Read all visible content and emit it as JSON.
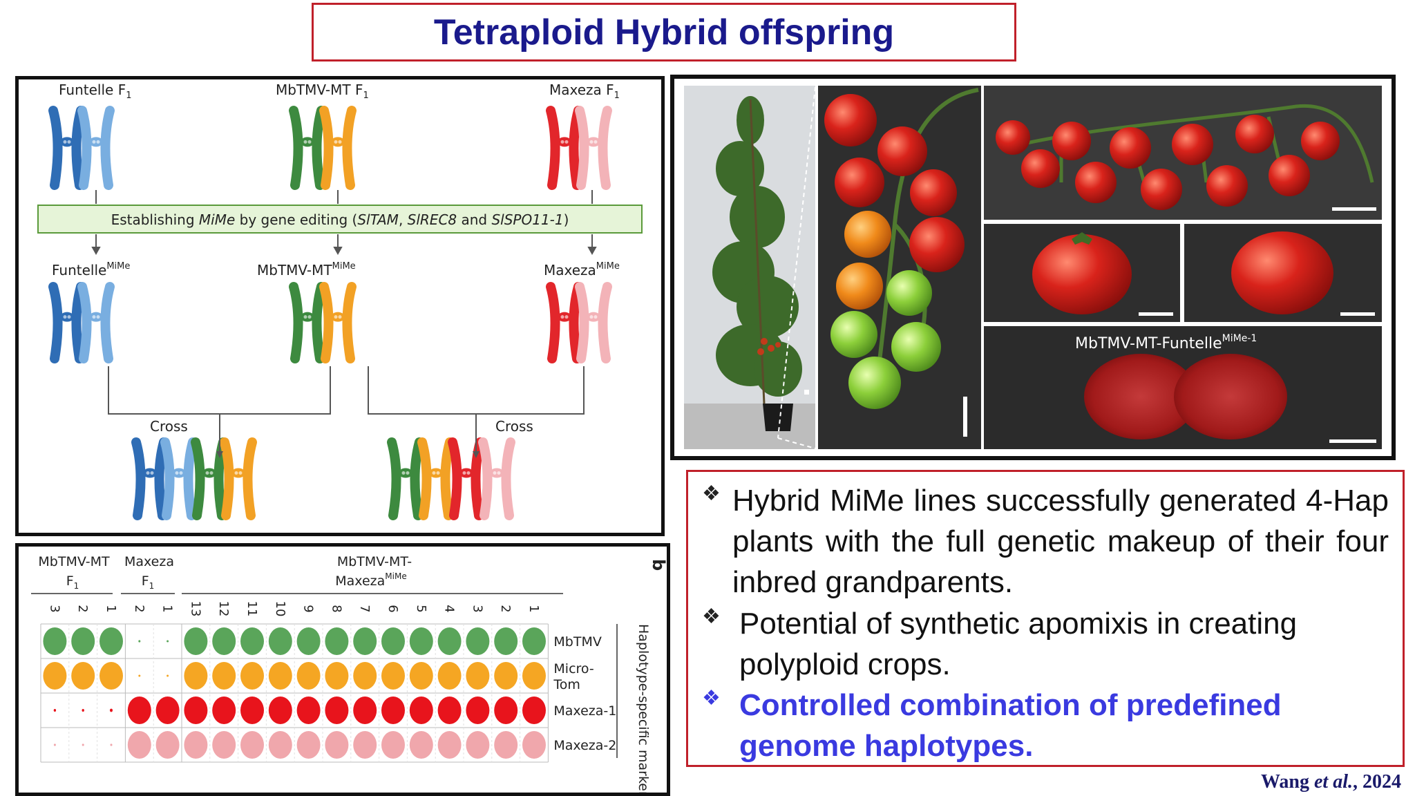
{
  "title": "Tetraploid Hybrid offspring",
  "panel_a": {
    "parents": [
      {
        "name": "Funtelle",
        "gen": "F",
        "sub": "1"
      },
      {
        "name": "MbTMV-MT",
        "gen": " F",
        "sub": "1"
      },
      {
        "name": "Maxeza",
        "gen": " F",
        "sub": "1"
      }
    ],
    "editing_box": {
      "prefix": "Establishing ",
      "mime": "MiMe",
      "middle": " by gene editing (",
      "gene1": "SlTAM",
      "sep1": ", ",
      "gene2": "SlREC8",
      "and": " and ",
      "gene3": "SlSPO11-1",
      "suffix": ")"
    },
    "mime_lines": [
      {
        "name": "Funtelle",
        "sup": "MiMe"
      },
      {
        "name": "MbTMV-MT",
        "sup": "MiMe"
      },
      {
        "name": "Maxeza",
        "sup": "MiMe"
      }
    ],
    "cross_label": "Cross",
    "colors": {
      "blue_dark": "#2f6db5",
      "blue_light": "#79aee0",
      "green": "#3d8a3f",
      "orange": "#f2a125",
      "red": "#e2262b",
      "pink": "#f3b3b8"
    }
  },
  "panel_b": {
    "corner_letter": "b",
    "groups": [
      {
        "line1": "MbTMV-MT",
        "line2": "F",
        "sub": "1"
      },
      {
        "line1": "Maxeza",
        "line2": "F",
        "sub": "1"
      },
      {
        "line1": "MbTMV-MT-",
        "line2": "Maxeza",
        "sup": "MiMe"
      }
    ],
    "column_labels": [
      "3",
      "2",
      "1",
      "2",
      "1",
      "13",
      "12",
      "11",
      "10",
      "9",
      "8",
      "7",
      "6",
      "5",
      "4",
      "3",
      "2",
      "1"
    ],
    "row_labels": [
      "MbTMV",
      "Micro-\nTom",
      "Maxeza-1",
      "Maxeza-2"
    ],
    "side_label": "Haplotype-specific markers",
    "row_colors": [
      "#5aa55a",
      "#f5a623",
      "#e8141c",
      "#f0a7ac"
    ],
    "dot_sizes": [
      [
        1,
        1,
        1,
        0.08,
        0.02,
        1,
        1,
        1,
        1,
        1,
        1,
        1,
        1,
        1,
        1,
        1,
        1,
        1
      ],
      [
        1,
        1,
        1,
        0.05,
        0.05,
        1,
        1,
        1,
        1,
        1,
        1,
        1,
        1,
        1,
        1,
        1,
        1,
        1
      ],
      [
        0.1,
        0.1,
        0.12,
        1,
        1,
        1,
        1,
        1,
        1,
        1,
        1,
        1,
        1,
        1,
        1,
        1,
        1,
        1
      ],
      [
        0.08,
        0.08,
        0.08,
        1,
        1,
        1,
        1,
        1,
        1,
        1,
        1,
        1,
        1,
        1,
        1,
        1,
        1,
        1
      ]
    ]
  },
  "photo": {
    "label": "MbTMV-MT-Funtelle",
    "label_sup": "MiMe-1"
  },
  "bullets": [
    {
      "symbol": "❖",
      "text": "Hybrid MiMe lines successfully generated 4-Hap plants with the full genetic makeup of their four inbred grandparents.",
      "color": "#111111"
    },
    {
      "symbol": "❖",
      "text": "Potential of synthetic apomixis in creating polyploid crops.",
      "color": "#111111"
    },
    {
      "symbol": "❖",
      "text": "Controlled combination of predefined genome haplotypes.",
      "color": "#3a3ae0"
    }
  ],
  "citation": {
    "author": "Wang ",
    "etal": "et al.",
    "year": ", 2024"
  }
}
